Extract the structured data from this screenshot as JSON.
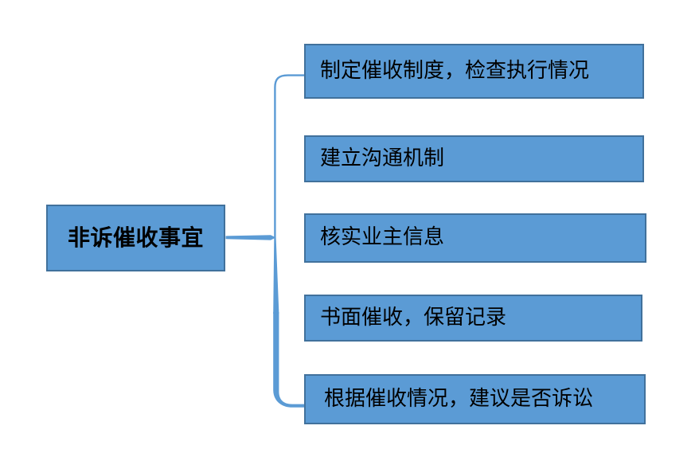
{
  "diagram": {
    "type": "vertical-bracket-list",
    "background_color": "#ffffff",
    "node_fill_color": "#5B9BD5",
    "node_border_color": "#41719C",
    "connector_color": "#5B9BD5",
    "text_color": "#000000",
    "root": {
      "label": "非诉催收事宜"
    },
    "items": [
      {
        "label": "制定催收制度，检查执行情况"
      },
      {
        "label": "建立沟通机制"
      },
      {
        "label": "核实业主信息"
      },
      {
        "label": "书面催收，保留记录"
      },
      {
        "label": "根据催收情况，建议是否诉讼"
      }
    ]
  }
}
